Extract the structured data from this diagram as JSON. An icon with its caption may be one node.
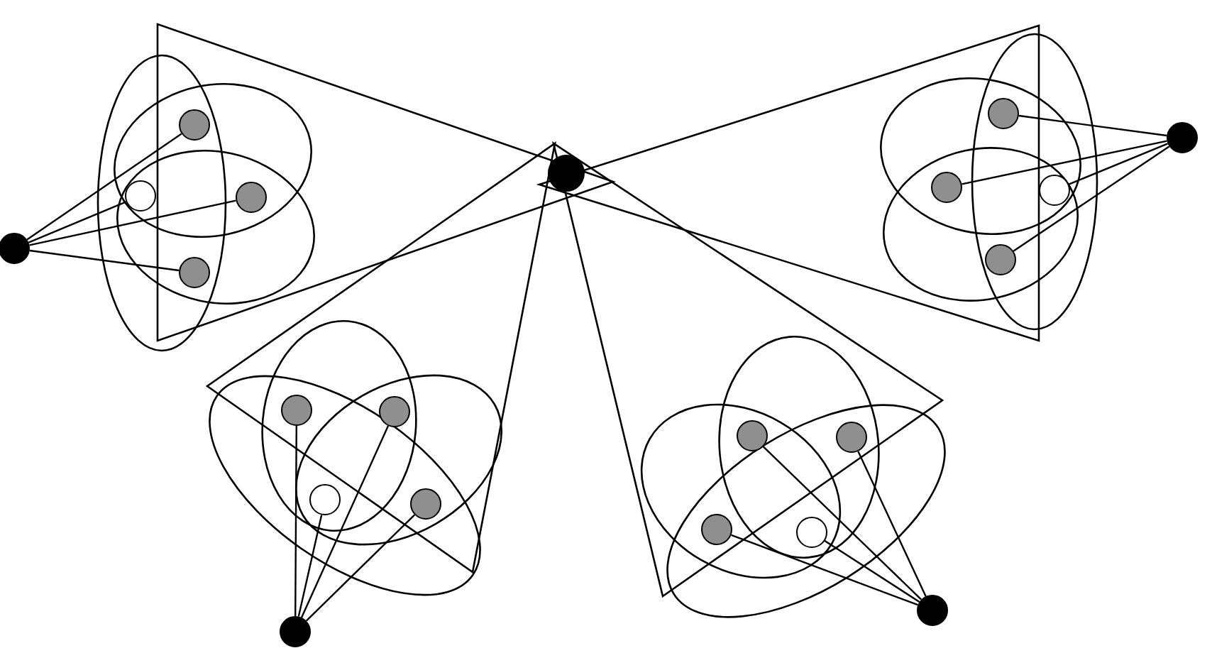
{
  "diagram": {
    "nodes": [
      {
        "text": [],
        "shape": "circle"
      },
      {
        "text": [],
        "shape": "circle"
      },
      {
        "text": [],
        "shape": "circle"
      },
      {
        "text": [],
        "shape": "circle"
      },
      {
        "text": [],
        "shape": "circle"
      },
      {
        "text": [],
        "shape": "circle"
      },
      {
        "text": [],
        "shape": "circle"
      },
      {
        "text": [],
        "shape": "circle"
      },
      {
        "text": [],
        "shape": "circle"
      },
      {
        "text": [],
        "shape": "circle"
      },
      {
        "text": [],
        "shape": "circle"
      },
      {
        "text": [],
        "shape": "circle"
      },
      {
        "text": [],
        "shape": "circle"
      },
      {
        "text": [],
        "shape": "circle"
      },
      {
        "text": [],
        "shape": "circle"
      },
      {
        "text": [],
        "shape": "circle"
      },
      {
        "text": [],
        "shape": "circle"
      },
      {
        "text": [],
        "shape": "circle"
      },
      {
        "text": [],
        "shape": "circle"
      },
      {
        "text": [],
        "shape": "circle"
      },
      {
        "text": [],
        "shape": "circle"
      }
    ],
    "edges": [
      {
        "from": 1,
        "to": 2,
        "arrow": "none"
      },
      {
        "from": 1,
        "to": 3,
        "arrow": "none"
      },
      {
        "from": 1,
        "to": 4,
        "arrow": "none"
      },
      {
        "from": 1,
        "to": 5,
        "arrow": "none"
      },
      {
        "from": 6,
        "to": 7,
        "arrow": "none"
      },
      {
        "from": 6,
        "to": 8,
        "arrow": "none"
      },
      {
        "from": 6,
        "to": 9,
        "arrow": "none"
      },
      {
        "from": 6,
        "to": 10,
        "arrow": "none"
      },
      {
        "from": 11,
        "to": 12,
        "arrow": "none"
      },
      {
        "from": 11,
        "to": 13,
        "arrow": "none"
      },
      {
        "from": 11,
        "to": 14,
        "arrow": "none"
      },
      {
        "from": 11,
        "to": 15,
        "arrow": "none"
      },
      {
        "from": 16,
        "to": 17,
        "arrow": "none"
      },
      {
        "from": 16,
        "to": 18,
        "arrow": "none"
      },
      {
        "from": 16,
        "to": 19,
        "arrow": "none"
      },
      {
        "from": 16,
        "to": 20,
        "arrow": "none"
      }
    ]
  }
}
